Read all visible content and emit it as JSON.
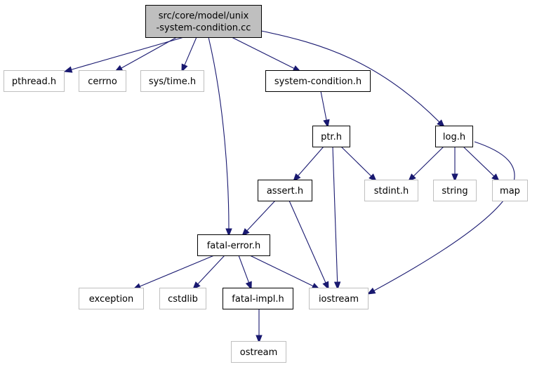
{
  "diagram": {
    "colors": {
      "edge": "#191970",
      "root_fill": "#bfbfbf",
      "documented_border": "#000000",
      "external_border": "#bfbfbf"
    },
    "nodes": [
      {
        "id": "root",
        "lines": [
          "src/core/model/unix",
          "-system-condition.cc"
        ],
        "kind": "root"
      },
      {
        "id": "pthread",
        "lines": [
          "pthread.h"
        ],
        "kind": "external"
      },
      {
        "id": "cerrno",
        "lines": [
          "cerrno"
        ],
        "kind": "external"
      },
      {
        "id": "systime",
        "lines": [
          "sys/time.h"
        ],
        "kind": "external"
      },
      {
        "id": "syscond",
        "lines": [
          "system-condition.h"
        ],
        "kind": "documented"
      },
      {
        "id": "ptr",
        "lines": [
          "ptr.h"
        ],
        "kind": "documented"
      },
      {
        "id": "log",
        "lines": [
          "log.h"
        ],
        "kind": "documented"
      },
      {
        "id": "assert",
        "lines": [
          "assert.h"
        ],
        "kind": "documented"
      },
      {
        "id": "stdint",
        "lines": [
          "stdint.h"
        ],
        "kind": "external"
      },
      {
        "id": "string",
        "lines": [
          "string"
        ],
        "kind": "external"
      },
      {
        "id": "map",
        "lines": [
          "map"
        ],
        "kind": "external"
      },
      {
        "id": "fatalerror",
        "lines": [
          "fatal-error.h"
        ],
        "kind": "documented"
      },
      {
        "id": "exception",
        "lines": [
          "exception"
        ],
        "kind": "external"
      },
      {
        "id": "cstdlib",
        "lines": [
          "cstdlib"
        ],
        "kind": "external"
      },
      {
        "id": "fatalimpl",
        "lines": [
          "fatal-impl.h"
        ],
        "kind": "documented"
      },
      {
        "id": "iostream",
        "lines": [
          "iostream"
        ],
        "kind": "external"
      },
      {
        "id": "ostream",
        "lines": [
          "ostream"
        ],
        "kind": "external"
      }
    ],
    "edges": [
      {
        "from": "root",
        "to": "pthread"
      },
      {
        "from": "root",
        "to": "cerrno"
      },
      {
        "from": "root",
        "to": "systime"
      },
      {
        "from": "root",
        "to": "syscond"
      },
      {
        "from": "root",
        "to": "fatalerror"
      },
      {
        "from": "root",
        "to": "log"
      },
      {
        "from": "syscond",
        "to": "ptr"
      },
      {
        "from": "ptr",
        "to": "assert"
      },
      {
        "from": "ptr",
        "to": "stdint"
      },
      {
        "from": "ptr",
        "to": "iostream"
      },
      {
        "from": "assert",
        "to": "fatalerror"
      },
      {
        "from": "assert",
        "to": "iostream"
      },
      {
        "from": "log",
        "to": "stdint"
      },
      {
        "from": "log",
        "to": "string"
      },
      {
        "from": "log",
        "to": "map"
      },
      {
        "from": "log",
        "to": "iostream"
      },
      {
        "from": "fatalerror",
        "to": "exception"
      },
      {
        "from": "fatalerror",
        "to": "cstdlib"
      },
      {
        "from": "fatalerror",
        "to": "fatalimpl"
      },
      {
        "from": "fatalerror",
        "to": "iostream"
      },
      {
        "from": "fatalimpl",
        "to": "ostream"
      }
    ]
  }
}
